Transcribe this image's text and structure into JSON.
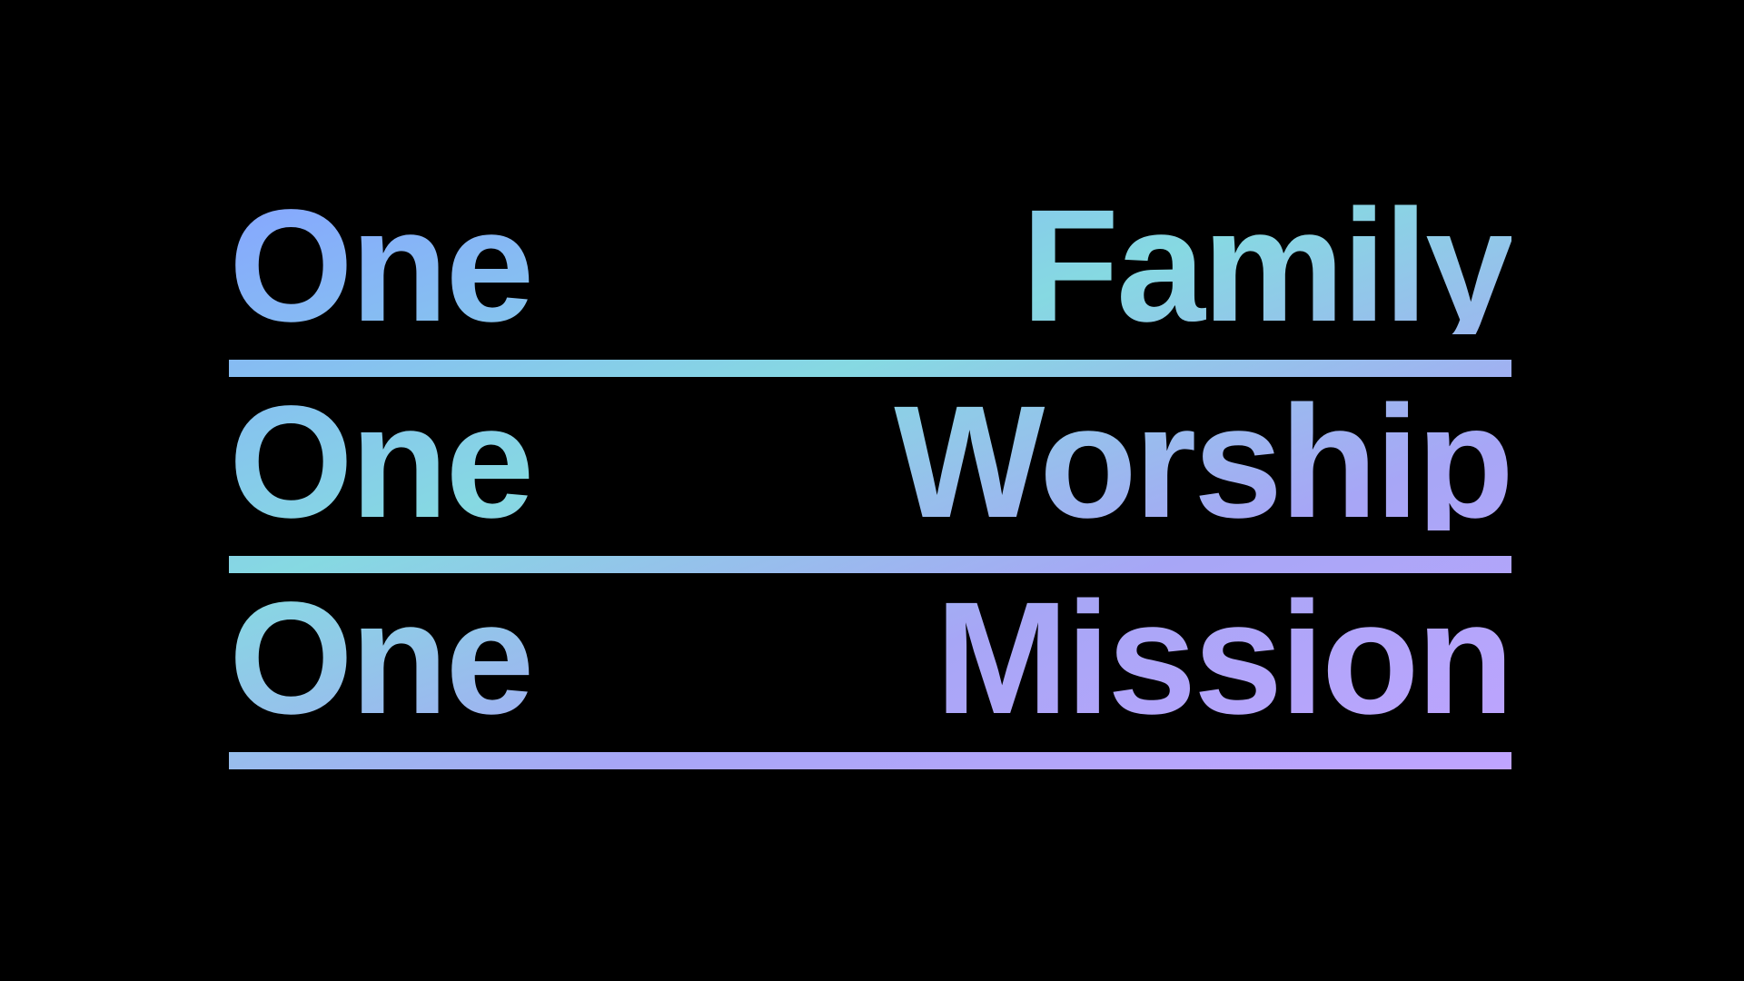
{
  "rows": [
    {
      "left": "One",
      "right": "Family"
    },
    {
      "left": "One",
      "right": "Worship"
    },
    {
      "left": "One",
      "right": "Mission"
    }
  ],
  "colors": {
    "background": "#000000",
    "gradient_blue": "#86a6ff",
    "gradient_cyan": "#86d9e2",
    "gradient_violet": "#c0a4ff"
  }
}
